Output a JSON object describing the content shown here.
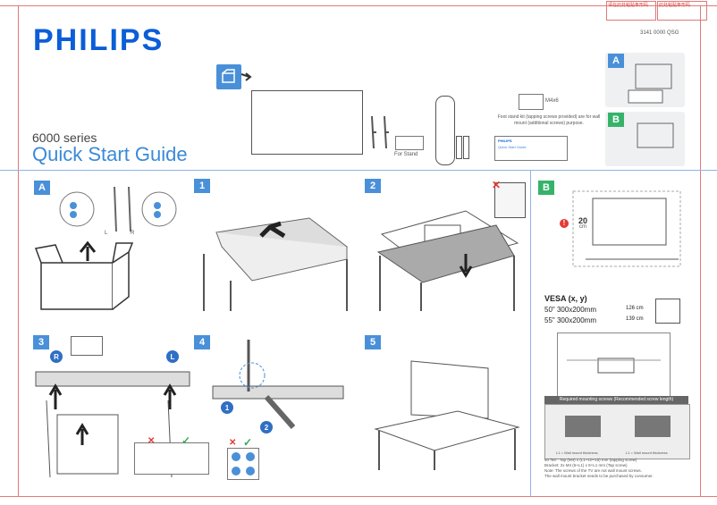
{
  "brand": {
    "name": "PHILIPS"
  },
  "cover": {
    "series": "6000 series",
    "title": "Quick Start Guide",
    "notes": [
      "请在此处粘贴条形码",
      "此处粘贴条形码"
    ],
    "doc_code": "3141 0000 QSG"
  },
  "box_contents": {
    "screws_label": "M4x6",
    "tripod_label": "For Stand",
    "note": "Foot stand kit (tapping screws provided) are for wall mount (additional screws) purpose.",
    "booklet_title": "PHILIPS",
    "booklet_sub": "Quick Start Guide"
  },
  "steps": {
    "A": "A",
    "B": "B",
    "s1": "1",
    "s2": "2",
    "s3": "3",
    "s4": "4",
    "s5": "5"
  },
  "labels": {
    "L": "L",
    "R": "R",
    "one": "1",
    "two": "2",
    "clearance": "20",
    "clearance_unit": "cm"
  },
  "vesa": {
    "title": "VESA (x, y)",
    "rows": [
      {
        "size": "50\"",
        "dims": "300x200mm",
        "depth": "126 cm"
      },
      {
        "size": "55\"",
        "dims": "300x200mm",
        "depth": "139 cm"
      }
    ]
  },
  "mount": {
    "header": "Required mounting screws (Recommended screw length)",
    "caption_left": "L1 = Wall mount thickness",
    "caption_right": "L1 = Wall mount thickness",
    "footnote": [
      "50\"/55\": Tap (M4) x (L1+10~15) mm (tapping screw)",
      "Bracket: 2x M4 (6+L1) x 8+L1 mm (Tap screw)",
      "Note: The screws of the TV are not wall mount screws.",
      "The wall mount bracket needs to be purchased by consumer."
    ]
  },
  "marks": {
    "x": "✕",
    "check": "✓"
  }
}
